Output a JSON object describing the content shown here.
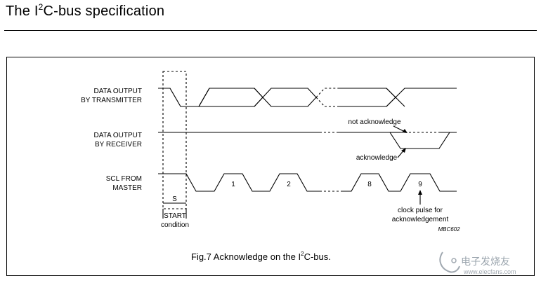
{
  "header": {
    "title_pre": "The I",
    "title_sup": "2",
    "title_post": "C-bus specification"
  },
  "figure": {
    "signals": {
      "transmitter_line1": "DATA OUTPUT",
      "transmitter_line2": "BY TRANSMITTER",
      "receiver_line1": "DATA OUTPUT",
      "receiver_line2": "BY RECEIVER",
      "scl_line1": "SCL FROM",
      "scl_line2": "MASTER"
    },
    "annotations": {
      "not_acknowledge": "not acknowledge",
      "acknowledge": "acknowledge",
      "start_symbol": "S",
      "start_line1": "START",
      "start_line2": "condition",
      "clock_pulse_line1": "clock pulse for",
      "clock_pulse_line2": "acknowledgement",
      "figure_code": "MBC602"
    },
    "pulses": [
      "1",
      "2",
      "8",
      "9"
    ],
    "caption": {
      "pre": "Fig.7  Acknowledge on the I",
      "sup": "2",
      "post": "C-bus."
    }
  },
  "watermark": {
    "brand": "电子发烧友",
    "url": "www.elecfans.com"
  }
}
